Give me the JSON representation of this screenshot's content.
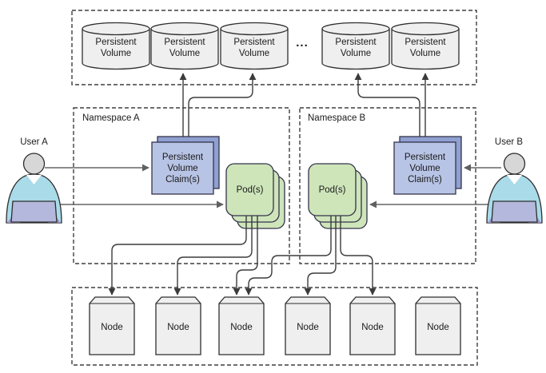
{
  "colors": {
    "pvc_front": "#b8c4e5",
    "pvc_back": "#8fa0d1",
    "pod_green": "#cee5ba",
    "shape_gray": "#efefef",
    "user_head": "#d7d7d7",
    "user_shirt": "#a9dbe9",
    "user_laptop": "#b3b8dc",
    "user_shadow": "#a193d0"
  },
  "persistent_volumes": {
    "items": [
      "Persistent\nVolume",
      "Persistent\nVolume",
      "Persistent\nVolume",
      "Persistent\nVolume",
      "Persistent\nVolume"
    ],
    "ellipsis": "..."
  },
  "namespace_a": {
    "label": "Namespace A",
    "pvc_label": "Persistent\nVolume\nClaim(s)",
    "pods_label": "Pod(s)"
  },
  "namespace_b": {
    "label": "Namespace B",
    "pvc_label": "Persistent\nVolume\nClaim(s)",
    "pods_label": "Pod(s)"
  },
  "users": {
    "user_a": "User A",
    "user_b": "User B"
  },
  "nodes": {
    "items": [
      "Node",
      "Node",
      "Node",
      "Node",
      "Node",
      "Node"
    ]
  }
}
